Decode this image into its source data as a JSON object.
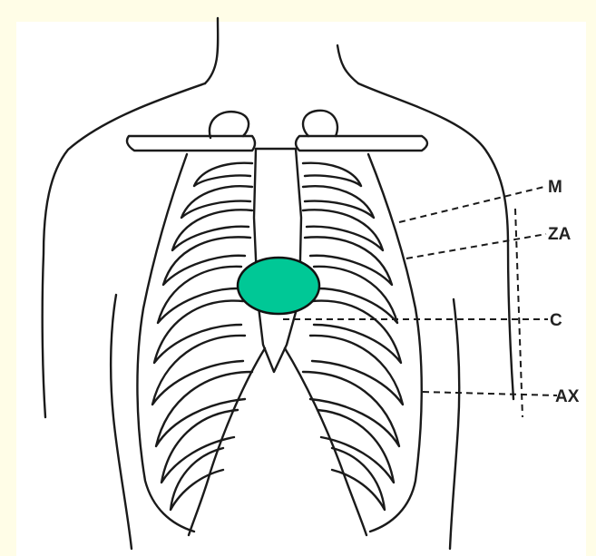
{
  "labels": [
    {
      "id": "m",
      "text": "M"
    },
    {
      "id": "za",
      "text": "ZA"
    },
    {
      "id": "c",
      "text": "C"
    },
    {
      "id": "ax",
      "text": "AX"
    }
  ],
  "colors": {
    "background": "#fffde7",
    "panel": "#ffffff",
    "ink": "#1a1a1a",
    "marker_fill": "#00c896"
  },
  "icons": [
    "chest-ribcage-drawing",
    "heart-position-marker"
  ]
}
